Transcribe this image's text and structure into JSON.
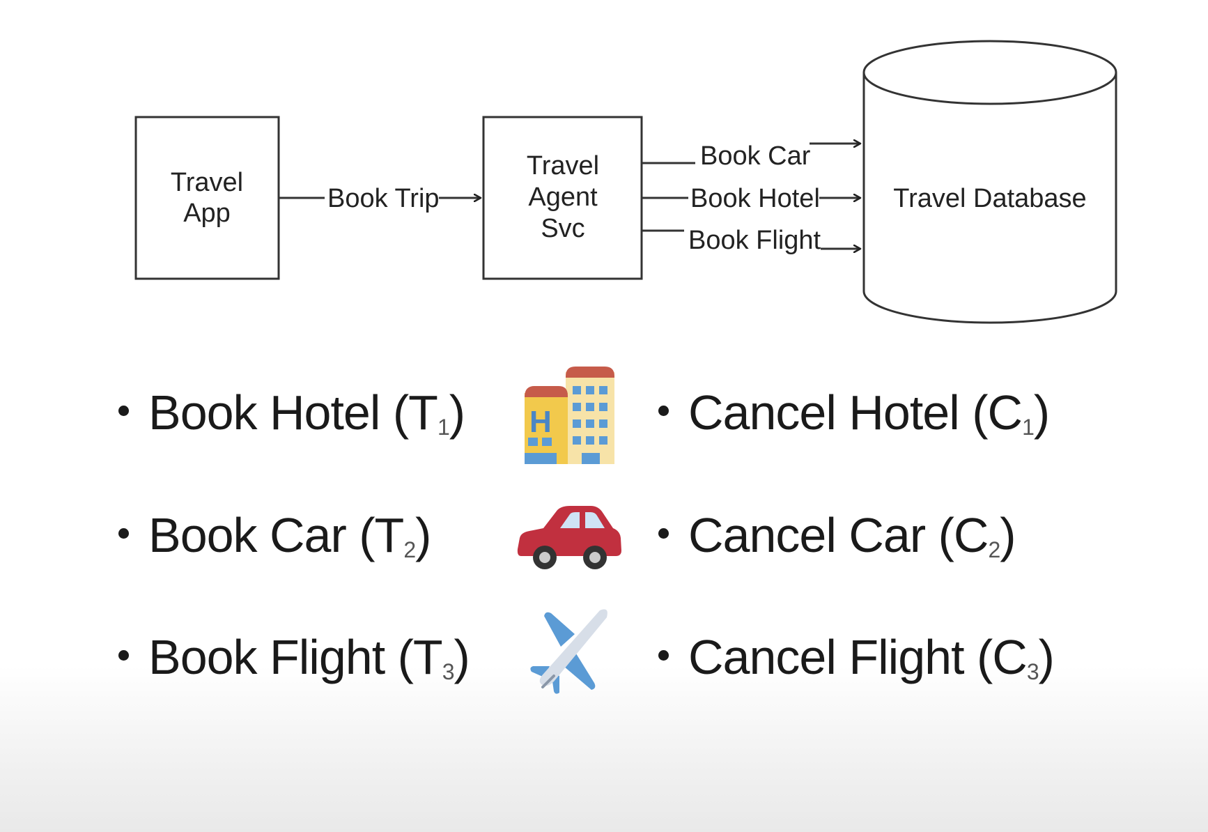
{
  "diagram": {
    "nodes": {
      "travel_app": [
        "Travel",
        "App"
      ],
      "agent_svc": [
        "Travel",
        "Agent",
        "Svc"
      ],
      "database": "Travel Database"
    },
    "edges": {
      "book_trip": "Book Trip",
      "book_car": "Book Car",
      "book_hotel": "Book Hotel",
      "book_flight": "Book Flight"
    }
  },
  "actions": [
    {
      "book": {
        "label": "Book Hotel (T",
        "sub": "1",
        "close": ")"
      },
      "icon": "hotel-icon",
      "cancel": {
        "label": "Cancel Hotel (C",
        "sub": "1",
        "close": ")"
      }
    },
    {
      "book": {
        "label": "Book Car (T",
        "sub": "2",
        "close": ")"
      },
      "icon": "car-icon",
      "cancel": {
        "label": "Cancel Car (C",
        "sub": "2",
        "close": ")"
      }
    },
    {
      "book": {
        "label": "Book Flight (T",
        "sub": "3",
        "close": ")"
      },
      "icon": "airplane-icon",
      "cancel": {
        "label": "Cancel Flight (C",
        "sub": "3",
        "close": ")"
      }
    }
  ],
  "colors": {
    "line": "#222222",
    "hotel_wall": "#f3d36b",
    "hotel_roof": "#c65b4a",
    "car_body": "#c1303f",
    "plane_body": "#cfd8e3",
    "plane_wing": "#5b9bd5"
  }
}
